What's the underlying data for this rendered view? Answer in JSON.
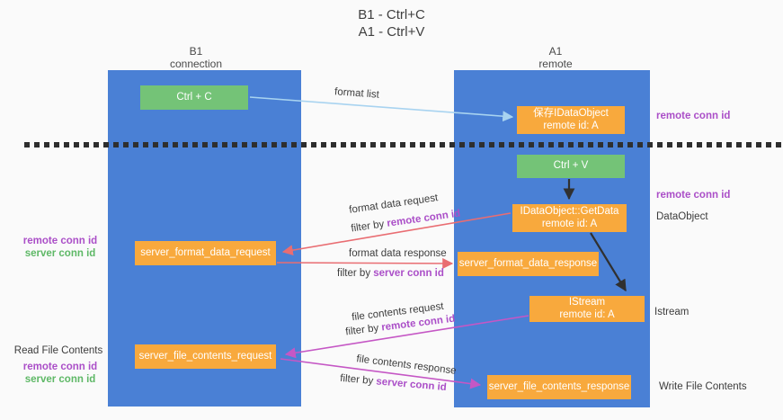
{
  "title": {
    "line1": "B1 - Ctrl+C",
    "line2": "A1 - Ctrl+V"
  },
  "columns": {
    "left": {
      "name": "B1",
      "subtitle": "connection"
    },
    "right": {
      "name": "A1",
      "subtitle": "remote"
    }
  },
  "nodes": {
    "ctrl_c": "Ctrl + C",
    "ctrl_v": "Ctrl + V",
    "save_idataobject": {
      "line1": "保存IDataObject",
      "line2": "remote id: A"
    },
    "getdata": {
      "line1": "IDataObject::GetData",
      "line2": "remote id: A"
    },
    "istream": {
      "line1": "IStream",
      "line2": "remote id: A"
    },
    "server_format_data_request": "server_format_data_request",
    "server_format_data_response": "server_format_data_response",
    "server_file_contents_request": "server_file_contents_request",
    "server_file_contents_response": "server_file_contents_response"
  },
  "flow_labels": {
    "format_list": "format list",
    "format_data_request": "format data request",
    "format_data_response": "format data response",
    "file_contents_request": "file contents request",
    "file_contents_response": "file contents response",
    "filter_by": "filter by ",
    "remote_conn_id": "remote conn id",
    "server_conn_id": "server conn id"
  },
  "side_labels": {
    "remote_conn_id": "remote conn id",
    "server_conn_id": "server conn id",
    "data_object": "DataObject",
    "istream": "Istream",
    "read_file_contents": "Read File Contents",
    "write_file_contents": "Write File Contents"
  },
  "colors": {
    "column_blue": "#4a80d5",
    "node_orange": "#f8a93d",
    "node_green": "#74c377",
    "arrow_light_blue": "#a8d3f0",
    "arrow_red": "#e96d72",
    "arrow_magenta": "#c557c5",
    "arrow_black": "#303030",
    "text_purple": "#ab4fc8",
    "text_green": "#5eb866"
  }
}
